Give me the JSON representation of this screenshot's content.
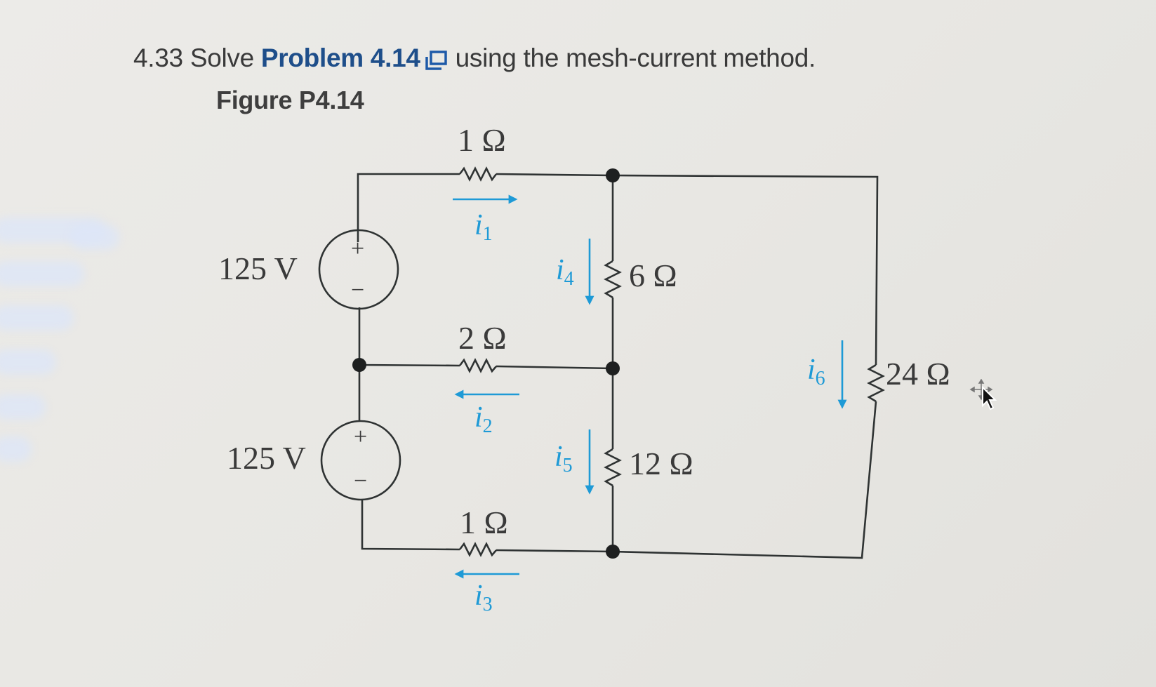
{
  "problem": {
    "number": "4.33",
    "prefix": "Solve",
    "link_text": "Problem 4.14",
    "link_icon": "popup-window-icon",
    "suffix": "using the mesh-current method."
  },
  "figure": {
    "caption": "Figure P4.14",
    "sources": [
      {
        "label": "125 V",
        "plus": "+",
        "minus": "−",
        "position": "upper-left"
      },
      {
        "label": "125 V",
        "plus": "+",
        "minus": "−",
        "position": "lower-left"
      }
    ],
    "resistors": [
      {
        "label": "1 Ω",
        "position": "top-branch"
      },
      {
        "label": "2 Ω",
        "position": "middle-branch"
      },
      {
        "label": "1 Ω",
        "position": "bottom-branch"
      },
      {
        "label": "6 Ω",
        "position": "center-upper-vertical"
      },
      {
        "label": "12 Ω",
        "position": "center-lower-vertical"
      },
      {
        "label": "24 Ω",
        "position": "right-vertical"
      }
    ],
    "currents": [
      {
        "name": "i",
        "sub": "1",
        "direction": "right"
      },
      {
        "name": "i",
        "sub": "2",
        "direction": "left"
      },
      {
        "name": "i",
        "sub": "3",
        "direction": "left"
      },
      {
        "name": "i",
        "sub": "4",
        "direction": "down"
      },
      {
        "name": "i",
        "sub": "5",
        "direction": "down"
      },
      {
        "name": "i",
        "sub": "6",
        "direction": "down"
      }
    ],
    "colors": {
      "wire": "#2f3333",
      "current": "#1e9ad6",
      "text": "#3a3a3a",
      "link": "#1e4e8a"
    }
  }
}
